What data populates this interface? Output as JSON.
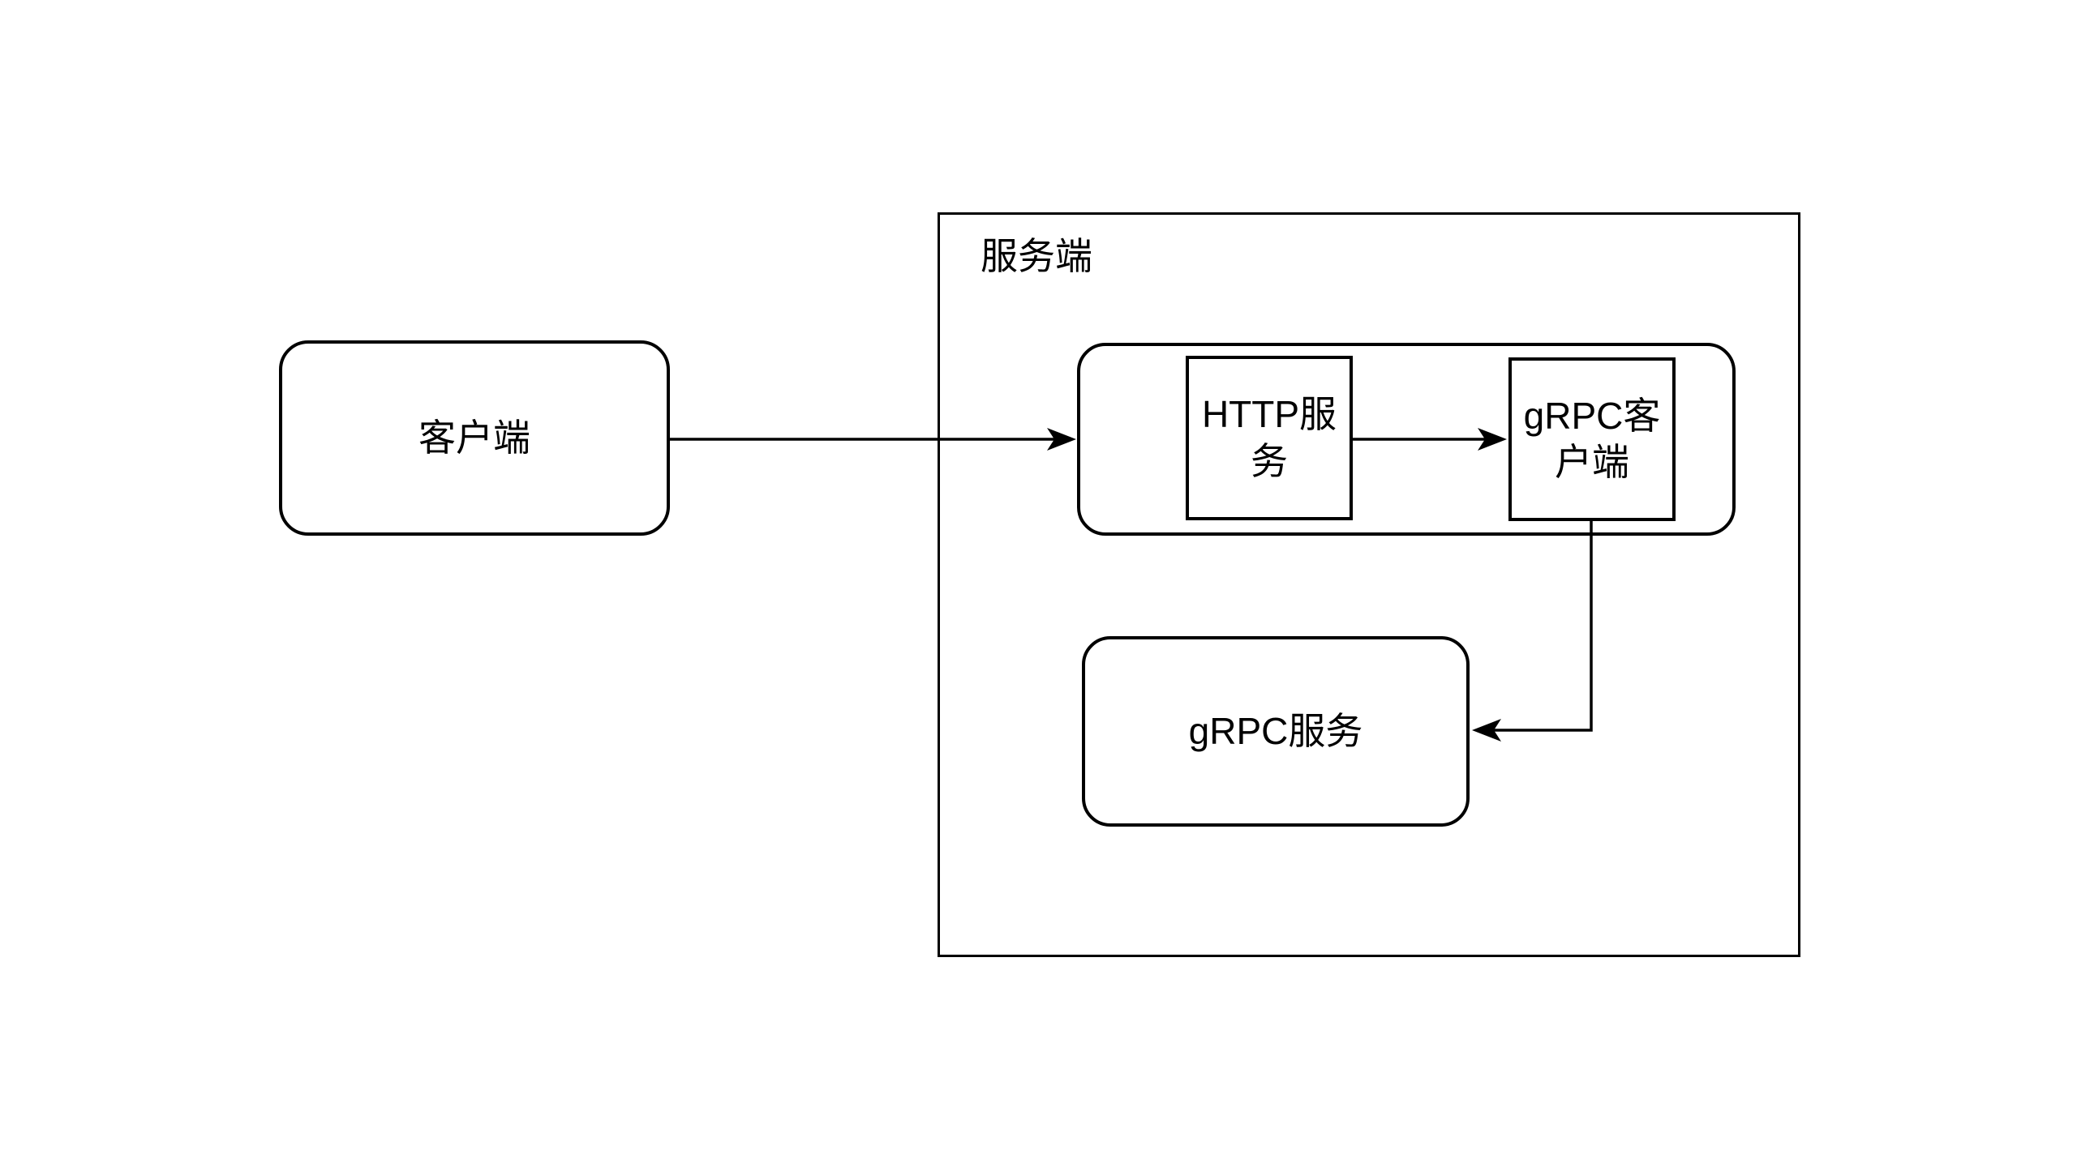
{
  "canvas": {
    "background": "#ffffff",
    "stroke_color": "#000000",
    "text_color": "#000000"
  },
  "diagram": {
    "nodes": {
      "client": {
        "label": "客户端",
        "shape": "rounded-rect"
      },
      "server_group": {
        "label": "服务端",
        "shape": "rect-container"
      },
      "inner_group": {
        "label": "",
        "shape": "rounded-rect-container"
      },
      "http_service": {
        "label": "HTTP服务",
        "shape": "rect"
      },
      "grpc_client": {
        "label": "gRPC客户端",
        "shape": "rect"
      },
      "grpc_service": {
        "label": "gRPC服务",
        "shape": "rounded-rect"
      }
    },
    "edges": [
      {
        "name": "client-to-http",
        "from": "客户端",
        "to": "服务端",
        "style": "straight-arrow"
      },
      {
        "name": "http-to-grpc-client",
        "from": "HTTP服务",
        "to": "gRPC客户端",
        "style": "straight-arrow"
      },
      {
        "name": "grpc-client-to-grpc-service",
        "from": "gRPC客户端",
        "to": "gRPC服务",
        "style": "elbow-arrow"
      }
    ]
  }
}
